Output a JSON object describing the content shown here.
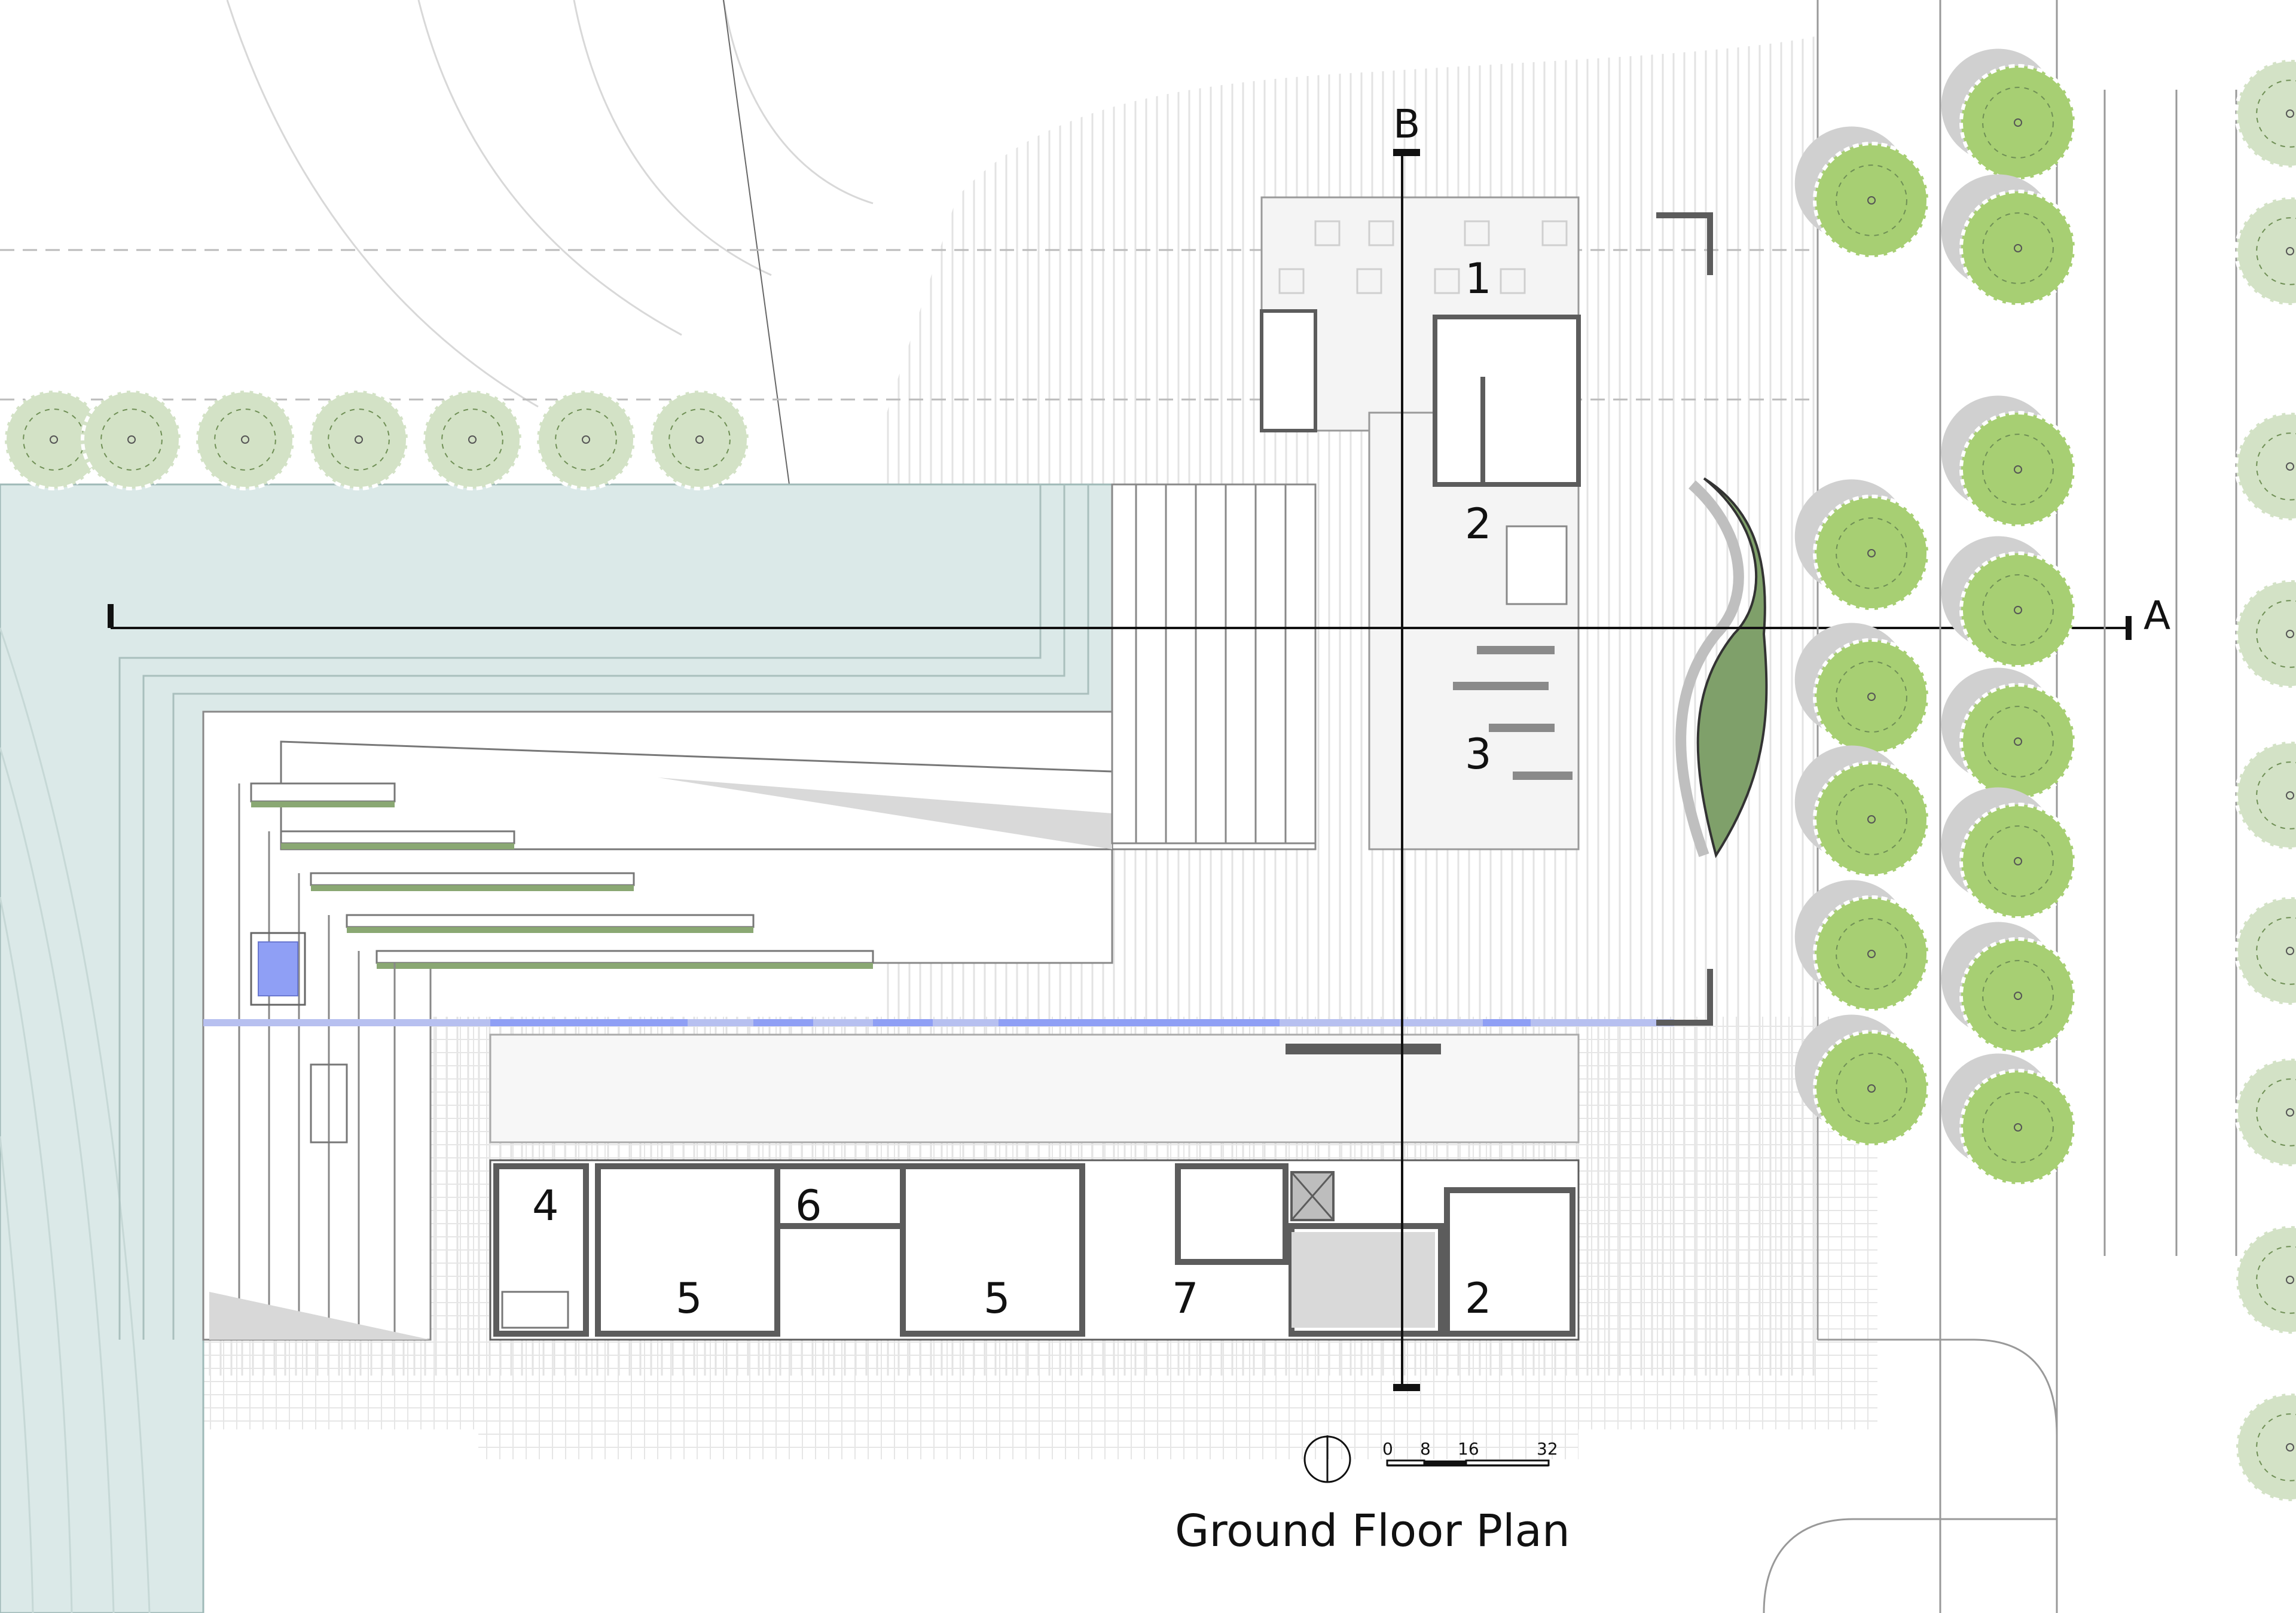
{
  "title": "Ground Floor Plan",
  "section_markers": {
    "a": "A",
    "b": "B"
  },
  "rooms": {
    "r1": "1",
    "r2_upper": "2",
    "r3": "3",
    "r4": "4",
    "r5_left": "5",
    "r5_right": "5",
    "r6": "6",
    "r7": "7",
    "r2_lower": "2"
  },
  "scale_bar": {
    "t0": "0",
    "t8": "8",
    "t16": "16",
    "t32": "32"
  },
  "colors": {
    "water": "#dbe9e8",
    "lawn": "#a7cf73",
    "lawn_dark": "#8bb85c",
    "faded_tree": "#d3e2c6",
    "green_roof": "#8aa873",
    "pool": "#8f9ff5",
    "wall": "#5c5c5c",
    "shadow": "#d6d6d6"
  },
  "icons": [
    "north-arrow-icon",
    "tree-icon"
  ]
}
